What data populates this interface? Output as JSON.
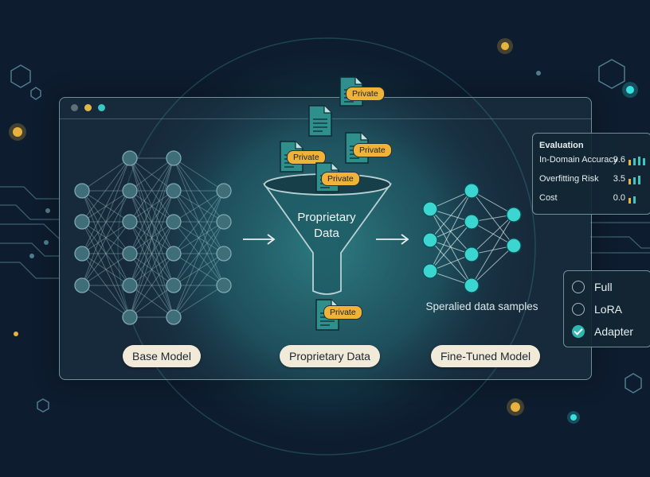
{
  "colors": {
    "accent_teal": "#38c9c2",
    "tag_amber": "#efb33a",
    "label_bg": "#f2ead8",
    "background": "#0d1c2e"
  },
  "stages": {
    "base_label": "Base Model",
    "data_label": "Proprietary Data",
    "tuned_label": "Fine-Tuned Model"
  },
  "funnel": {
    "line1": "Proprietary",
    "line2": "Data"
  },
  "samples_caption": "Speralied data samples",
  "doc_tag": "Private",
  "evaluation": {
    "title": "Evaluation",
    "metrics": [
      {
        "label": "In-Domain Accuracy",
        "value": "9.6"
      },
      {
        "label": "Overfitting Risk",
        "value": "3.5"
      },
      {
        "label": "Cost",
        "value": "0.0"
      }
    ]
  },
  "methods": [
    {
      "label": "Full",
      "selected": false
    },
    {
      "label": "LoRA",
      "selected": false
    },
    {
      "label": "Adapter",
      "selected": true
    }
  ],
  "icons": [
    "document-icon",
    "arrow-right-icon",
    "funnel-icon",
    "network-icon",
    "checkmark-icon",
    "hexagon-icon"
  ]
}
